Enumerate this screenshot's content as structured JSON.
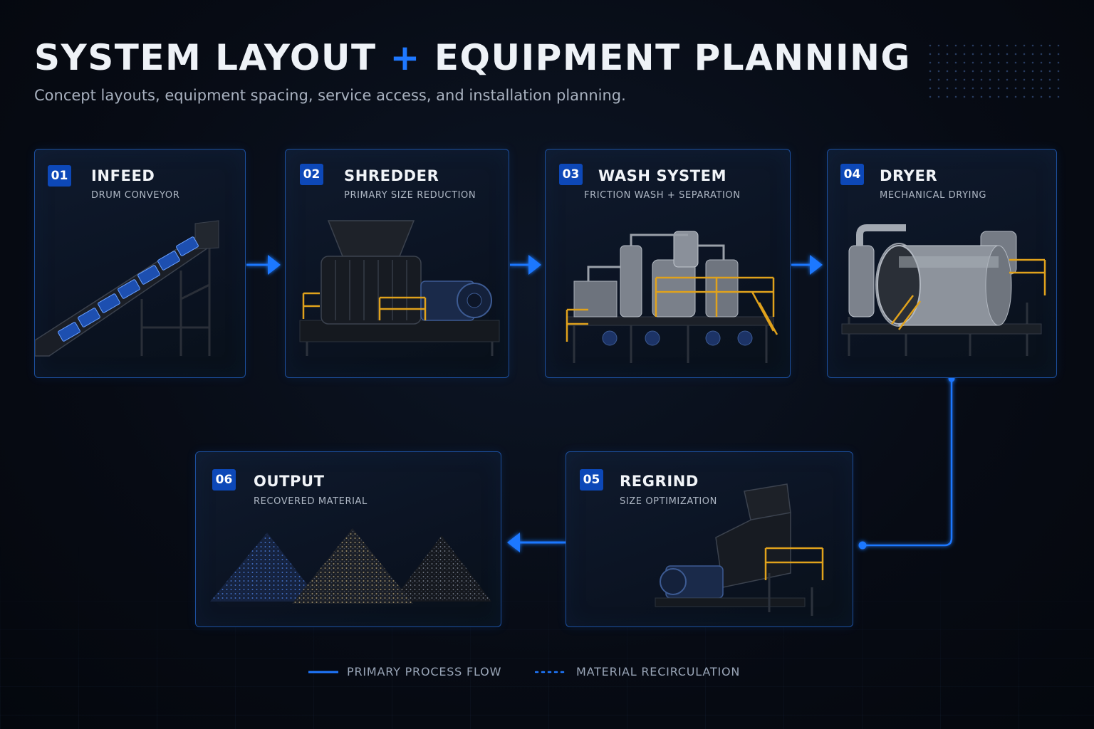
{
  "header": {
    "title_part1": "SYSTEM LAYOUT",
    "title_plus": "+",
    "title_part2": "EQUIPMENT PLANNING",
    "subtitle": "Concept layouts, equipment spacing, service access, and installation planning."
  },
  "stages": [
    {
      "number": "01",
      "title": "INFEED",
      "subtitle": "DRUM CONVEYOR",
      "icon": "conveyor-icon"
    },
    {
      "number": "02",
      "title": "SHREDDER",
      "subtitle": "PRIMARY SIZE REDUCTION",
      "icon": "shredder-icon"
    },
    {
      "number": "03",
      "title": "WASH SYSTEM",
      "subtitle": "FRICTION WASH + SEPARATION",
      "icon": "wash-system-icon"
    },
    {
      "number": "04",
      "title": "DRYER",
      "subtitle": "MECHANICAL DRYING",
      "icon": "dryer-icon"
    },
    {
      "number": "05",
      "title": "REGRIND",
      "subtitle": "SIZE OPTIMIZATION",
      "icon": "granulator-icon"
    },
    {
      "number": "06",
      "title": "OUTPUT",
      "subtitle": "RECOVERED MATERIAL",
      "icon": "material-piles-icon"
    }
  ],
  "flow": [
    {
      "from": "01",
      "to": "02"
    },
    {
      "from": "02",
      "to": "03"
    },
    {
      "from": "03",
      "to": "04"
    },
    {
      "from": "04",
      "to": "05"
    },
    {
      "from": "05",
      "to": "06"
    }
  ],
  "legend": {
    "primary_label": "PRIMARY PROCESS FLOW",
    "recirc_label": "MATERIAL RECIRCULATION"
  },
  "colors": {
    "accent": "#1f78ff",
    "card_border": "#1c4f9e",
    "badge": "#0d48b8",
    "background": "#070b14",
    "safety_rail": "#e0a21c"
  }
}
